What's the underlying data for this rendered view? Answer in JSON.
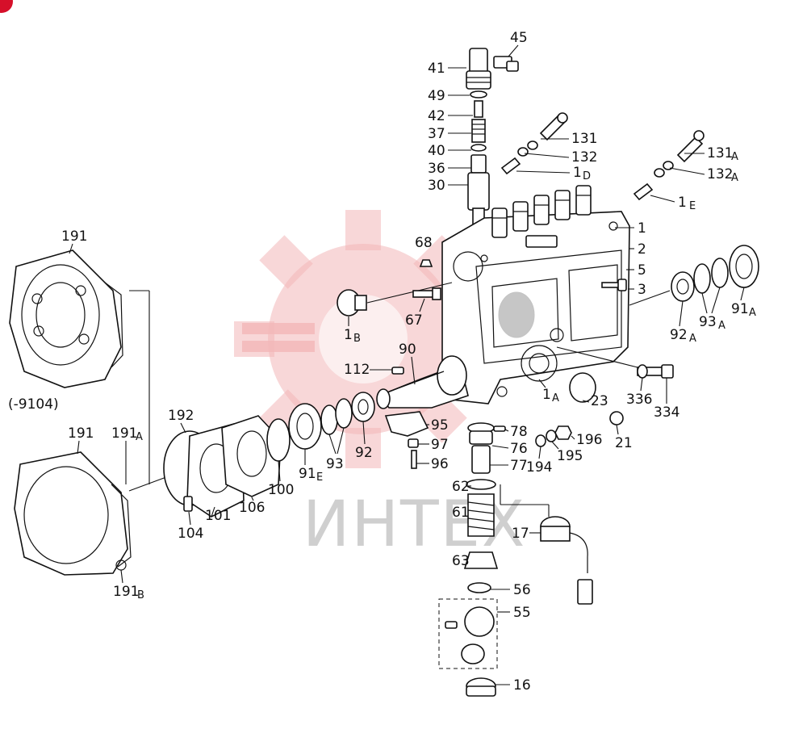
{
  "diagram": {
    "watermark_text": "ИНТЕХ",
    "variant_label": "(-9104)",
    "parts": {
      "p41": "41",
      "p45": "45",
      "p49": "49",
      "p42": "42",
      "p37": "37",
      "p40": "40",
      "p36": "36",
      "p30": "30",
      "p131": "131",
      "p132": "132",
      "p1D": "1",
      "p1D_sub": "D",
      "p131A": "131",
      "p131A_sub": "A",
      "p132A": "132",
      "p132A_sub": "A",
      "p1E": "1",
      "p1E_sub": "E",
      "p1": "1",
      "p2": "2",
      "p5": "5",
      "p3": "3",
      "p91A": "91",
      "p91A_sub": "A",
      "p93A": "93",
      "p93A_sub": "A",
      "p92A": "92",
      "p92A_sub": "A",
      "p68": "68",
      "p67": "67",
      "p1B": "1",
      "p1B_sub": "B",
      "p90": "90",
      "p112": "112",
      "p1A": "1",
      "p1A_sub": "A",
      "p23": "23",
      "p336": "336",
      "p334": "334",
      "p191": "191",
      "p191_2": "191",
      "p191A": "191",
      "p191A_sub": "A",
      "p191B": "191",
      "p191B_sub": "B",
      "p192": "192",
      "p104": "104",
      "p101": "101",
      "p106": "106",
      "p100": "100",
      "p91E": "91",
      "p91E_sub": "E",
      "p93": "93",
      "p92": "92",
      "p95": "95",
      "p97": "97",
      "p96": "96",
      "p78": "78",
      "p76": "76",
      "p77": "77",
      "p62": "62",
      "p61": "61",
      "p63": "63",
      "p56": "56",
      "p55": "55",
      "p16": "16",
      "p17": "17",
      "p196": "196",
      "p195": "195",
      "p194": "194",
      "p21": "21"
    }
  }
}
